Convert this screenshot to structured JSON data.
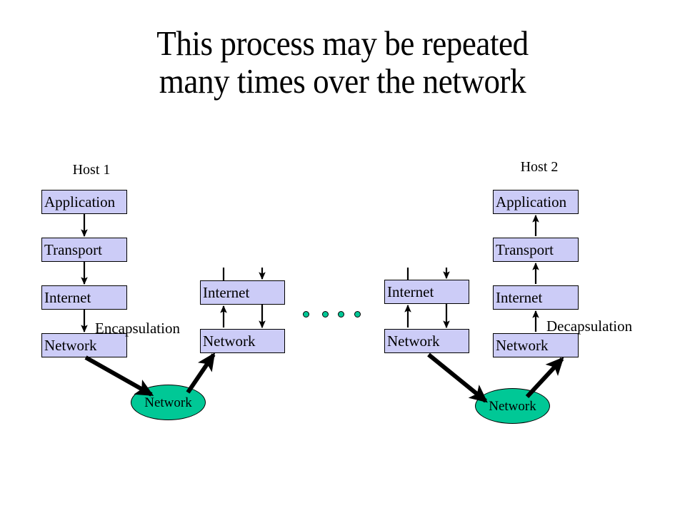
{
  "slide": {
    "background_color": "#ffffff",
    "title": "This process may be repeated\nmany times over the network"
  },
  "colors": {
    "box_fill": "#ccccf7",
    "box_border": "#000000",
    "ellipse_fill": "#00c896",
    "ellipse_border": "#000000",
    "arrow": "#000000",
    "dot_fill": "#00c896",
    "text": "#000000"
  },
  "hosts": [
    {
      "id": "host-1",
      "label": "Host 1",
      "side_label": "Encapsulation",
      "direction": "down",
      "layers": [
        {
          "name": "Application",
          "label": "Application"
        },
        {
          "name": "Transport",
          "label": "Transport"
        },
        {
          "name": "Internet",
          "label": "Internet"
        },
        {
          "name": "Network",
          "label": "Network"
        }
      ]
    },
    {
      "id": "host-2",
      "label": "Host 2",
      "side_label": "Decapsulation",
      "direction": "up",
      "layers": [
        {
          "name": "Application",
          "label": "Application"
        },
        {
          "name": "Transport",
          "label": "Transport"
        },
        {
          "name": "Internet",
          "label": "Internet"
        },
        {
          "name": "Network",
          "label": "Network"
        }
      ]
    }
  ],
  "routers": [
    {
      "id": "router-1",
      "layers": [
        {
          "name": "Internet",
          "label": "Internet"
        },
        {
          "name": "Network",
          "label": "Network"
        }
      ]
    },
    {
      "id": "router-2",
      "layers": [
        {
          "name": "Internet",
          "label": "Internet"
        },
        {
          "name": "Network",
          "label": "Network"
        }
      ]
    }
  ],
  "media": [
    {
      "id": "network-cloud-left",
      "label": "Network"
    },
    {
      "id": "network-cloud-right",
      "label": "Network"
    }
  ],
  "continuation_dots": {
    "count": 4,
    "label": "continuation-dots"
  }
}
